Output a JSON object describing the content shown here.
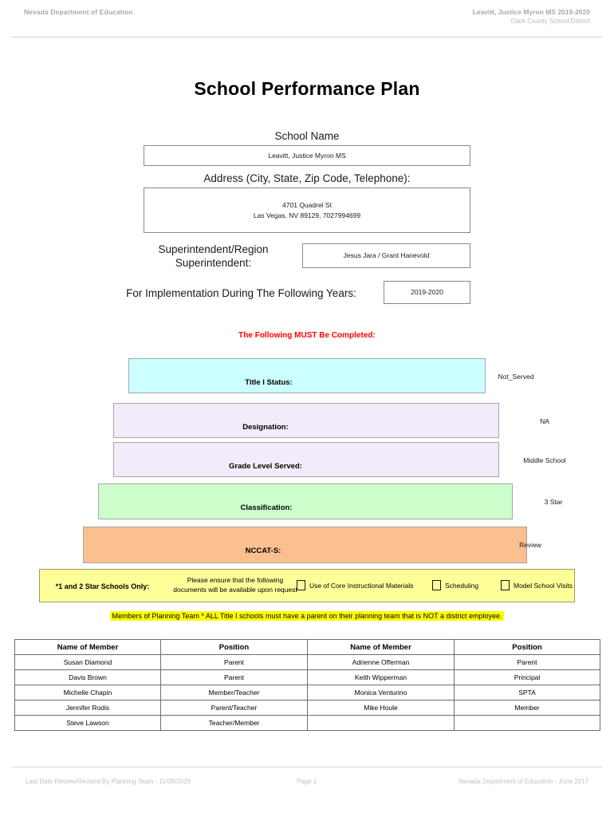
{
  "header": {
    "left": "Nevada Department of Education",
    "right_line1": "Leavitt, Justice Myron MS  2019-2020",
    "right_line2": "Clark County School District"
  },
  "title": "School Performance Plan",
  "fields": {
    "school_name_label": "School Name",
    "school_name_value": "Leavitt, Justice Myron MS",
    "address_label": "Address (City, State, Zip Code, Telephone):",
    "address_line1": "4701 Quadrel St",
    "address_line2": "Las Vegas, NV  89129, 7027994699",
    "superintendent_label": "Superintendent/Region Superintendent:",
    "superintendent_value": "Jesus Jara / Grant Hanevold",
    "implementation_label": "For Implementation During The Following Years:",
    "implementation_value": "2019-2020"
  },
  "notice": {
    "must_complete": "The Following MUST Be Completed:"
  },
  "status_bars": [
    {
      "label": "Title I Status:",
      "value": "Not_Served",
      "color": "#CCFFFF"
    },
    {
      "label": "Designation:",
      "value": "NA",
      "color": "#F3EBF9"
    },
    {
      "label": "Grade Level Served:",
      "value": "Middle School",
      "color": "#F3EBF9"
    },
    {
      "label": "Classification:",
      "value": "3 Star",
      "color": "#CCFFCC"
    },
    {
      "label": "NCCAT-S:",
      "value": "Review",
      "color": "#FAC090"
    }
  ],
  "star_band": {
    "label": "*1 and 2 Star Schools Only:",
    "note_line1": "Please ensure that the following",
    "note_line2": "documents will be available upon request",
    "checkboxes": [
      {
        "label": "Use of Core Instructional Materials",
        "checked": false
      },
      {
        "label": "Scheduling",
        "checked": false
      },
      {
        "label": "Model School Visits",
        "checked": false
      }
    ],
    "background": "#FFFF99"
  },
  "planning_note": "Members of Planning Team * ALL Title I schools must have a parent on their planning team that is NOT a district employee.",
  "members_table": {
    "headers": [
      "Name of Member",
      "Position",
      "Name of Member",
      "Position"
    ],
    "rows": [
      [
        "Susan Diamond",
        "Parent",
        "Adrienne Offerman",
        "Parent"
      ],
      [
        "Davis Brown",
        "Parent",
        "Keith Wipperman",
        "Principal"
      ],
      [
        "Michelle Chapin",
        "Member/Teacher",
        "Monica Venturino",
        "SPTA"
      ],
      [
        "Jennifer Rodis",
        "Parent/Teacher",
        "Mike Houle",
        "Member"
      ],
      [
        "Steve Lawson",
        "Teacher/Member",
        "",
        ""
      ]
    ]
  },
  "footer": {
    "left": "Last Date Review/Revised By Planning Team - 11/08/2019",
    "middle": "Page 1",
    "right": "Nevada Department of Education - June 2017"
  }
}
